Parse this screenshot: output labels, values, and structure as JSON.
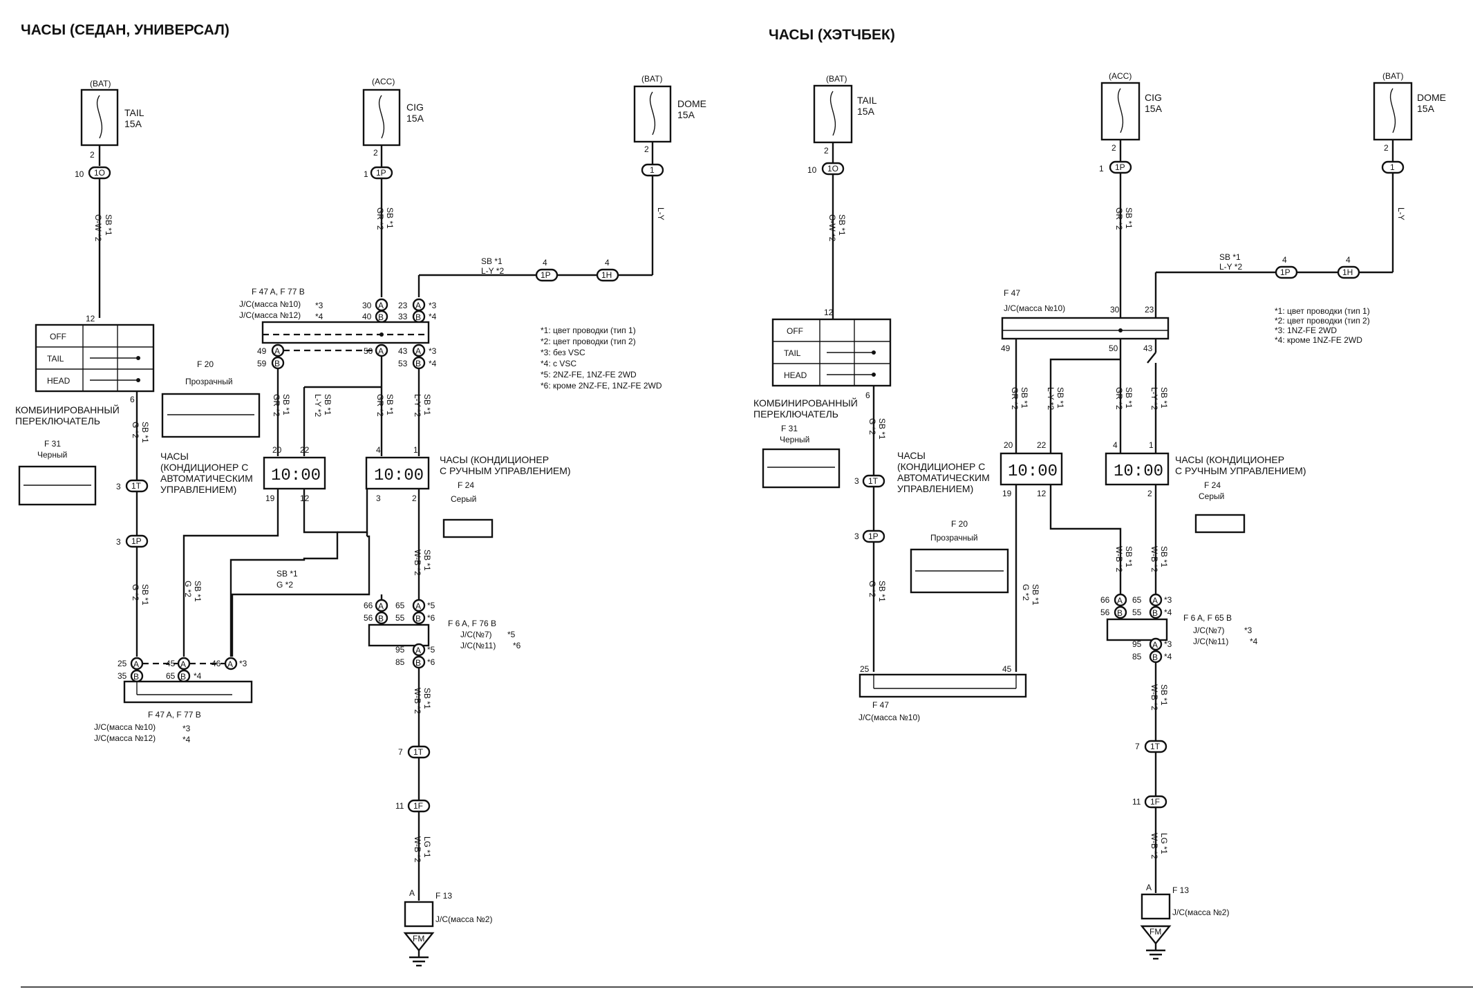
{
  "left": {
    "title": "ЧАСЫ (СЕДАН, УНИВЕРСАЛ)",
    "fuses": [
      {
        "supply": "(BAT)",
        "name": "TAIL",
        "rating": "15A",
        "pin": "2",
        "conn": "1O",
        "connpin": "10"
      },
      {
        "supply": "(ACC)",
        "name": "CIG",
        "rating": "15A",
        "pin": "2",
        "conn": "1P",
        "connpin": "1"
      },
      {
        "supply": "(BAT)",
        "name": "DOME",
        "rating": "15A",
        "pin": "2",
        "conn": "1",
        "connpin": ""
      }
    ],
    "wire_tail": [
      "SB *1",
      "O-W *2"
    ],
    "wire_cig": [
      "SB *1",
      "GR *2"
    ],
    "wire_dome": "L-Y",
    "wire_sb_ly": [
      "SB *1",
      "L-Y *2"
    ],
    "dome_conn": {
      "p1": "4",
      "c1": "1P",
      "p2": "4",
      "c2": "1H"
    },
    "jc_top": {
      "ref": "F 47 A, F 77 B",
      "l1": "J/C(масса №10)",
      "s1": "*3",
      "l2": "J/C(масса №12)",
      "s2": "*4"
    },
    "jc_pins": [
      "30",
      "A",
      "23",
      "A",
      "*3",
      "40",
      "B",
      "33",
      "B",
      "*4",
      "49",
      "A",
      "50",
      "A",
      "43",
      "A",
      "*3",
      "59",
      "B",
      "53",
      "B",
      "*4"
    ],
    "switch": {
      "pin_top": "12",
      "rows": [
        "OFF",
        "TAIL",
        "HEAD"
      ],
      "pin_bottom": "6",
      "name1": "КОМБИНИРОВАННЫЙ",
      "name2": "ПЕРЕКЛЮЧАТЕЛЬ",
      "conn": "F 31",
      "color": "Черный"
    },
    "f20": {
      "ref": "F 20",
      "color": "Прозрачный"
    },
    "notes": [
      "*1: цвет проводки (тип 1)",
      "*2: цвет проводки (тип 2)",
      "*3: без VSC",
      "*4: с VSC",
      "*5: 2NZ-FE, 1NZ-FE 2WD",
      "*6: кроме 2NZ-FE, 1NZ-FE 2WD"
    ],
    "clock_auto": {
      "display": "10:00",
      "l1": "ЧАСЫ",
      "l2": "(КОНДИЦИОНЕР С",
      "l3": "АВТОМАТИЧЕСКИМ",
      "l4": "УПРАВЛЕНИЕМ)",
      "p20": "20",
      "p22": "22",
      "p19": "19",
      "p12": "12"
    },
    "clock_man": {
      "display": "10:00",
      "l1": "ЧАСЫ (КОНДИЦИОНЕР",
      "l2": "С РУЧНЫМ УПРАВЛЕНИЕМ)",
      "p4": "4",
      "p1": "1",
      "p3": "3",
      "p2": "2",
      "conn": "F 24",
      "color": "Серый"
    },
    "wire_g": [
      "SB *1",
      "G *2"
    ],
    "wire_wb": [
      "SB *1",
      "W-B *2"
    ],
    "wire_lgwb": [
      "LG *1",
      "W-B *2"
    ],
    "conn_3": {
      "p": "3",
      "c1": "1T",
      "c2": "1P"
    },
    "jc_mid": {
      "ref": "F 6 A, F 76 B",
      "l1": "J/C(№7)",
      "s1": "*5",
      "l2": "J/C(№11)",
      "s2": "*6",
      "pins": [
        "66",
        "A",
        "65",
        "A",
        "*5",
        "56",
        "B",
        "55",
        "B",
        "*6",
        "95",
        "A",
        "*5",
        "85",
        "B",
        "*6"
      ]
    },
    "jc_bot": {
      "ref": "F 47 A, F 77 B",
      "l1": "J/C(масса №10)",
      "s1": "*3",
      "l2": "J/C(масса №12)",
      "s2": "*4",
      "pins": [
        "25",
        "A",
        "45",
        "A",
        "46",
        "A",
        "*3",
        "35",
        "B",
        "65",
        "B",
        "*4"
      ]
    },
    "conn_7": {
      "p": "7",
      "c": "1T"
    },
    "conn_11": {
      "p": "11",
      "c": "1F"
    },
    "ground": {
      "pin": "A",
      "ref": "F 13",
      "jc": "J/C(масса №2)",
      "label": "FM"
    }
  },
  "right": {
    "title": "ЧАСЫ (ХЭТЧБЕК)",
    "jc_top": {
      "ref": "F 47",
      "l1": "J/C(масса №10)",
      "pins": [
        "30",
        "23",
        "49",
        "50",
        "43"
      ]
    },
    "notes": [
      "*1: цвет проводки (тип 1)",
      "*2: цвет проводки (тип 2)",
      "*3: 1NZ-FE 2WD",
      "*4: кроме 1NZ-FE 2WD"
    ],
    "jc_mid": {
      "ref": "F 6 A, F 65 B",
      "l1": "J/C(№7)",
      "s1": "*3",
      "l2": "J/C(№11)",
      "s2": "*4",
      "pins": [
        "66",
        "A",
        "65",
        "A",
        "*3",
        "56",
        "B",
        "55",
        "B",
        "*4",
        "95",
        "A",
        "*3",
        "85",
        "B",
        "*4"
      ]
    },
    "jc_bot": {
      "ref": "F 47",
      "l1": "J/C(масса №10)",
      "p25": "25",
      "p45": "45"
    },
    "wire_g": [
      "G *2",
      "SB *1"
    ]
  }
}
